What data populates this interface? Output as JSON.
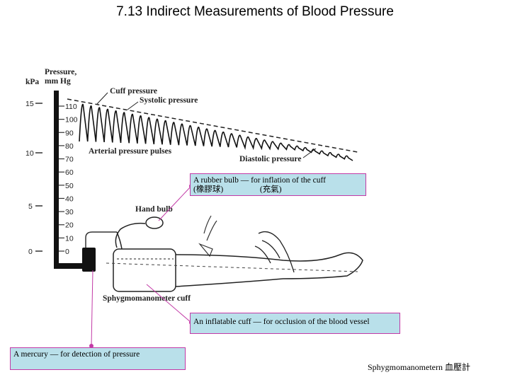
{
  "title": "7.13 Indirect Measurements of Blood Pressure",
  "figure": {
    "kpa_unit": "kPa",
    "pressure_header": "Pressure,",
    "pressure_unit": "mm Hg",
    "kpa_ticks": [
      "15",
      "10",
      "5",
      "0"
    ],
    "mmhg_ticks": [
      "110",
      "100",
      "90",
      "80",
      "70",
      "60",
      "50",
      "40",
      "30",
      "20",
      "10",
      "0"
    ],
    "labels": {
      "cuff_pressure": "Cuff pressure",
      "systolic_pressure": "Systolic pressure",
      "arterial_pressure_pulses": "Arterial pressure pulses",
      "diastolic_pressure": "Diastolic pressure",
      "hand_bulb": "Hand bulb",
      "sphygmomanometer_cuff": "Sphygmomanometer cuff"
    }
  },
  "callouts": {
    "rubber_bulb_line1": "A rubber bulb — for inflation of the cuff",
    "rubber_bulb_line2": "(橡膠球)                  (充氣)",
    "inflatable_cuff": "An inflatable cuff — for occlusion of the blood vessel",
    "mercury": "A mercury — for detection of pressure"
  },
  "footer": "Sphygmomanometern 血壓計",
  "colors": {
    "callout_fill": "#b9e0ea",
    "callout_border": "#c23aa6",
    "leader_line": "#c23aa6"
  }
}
